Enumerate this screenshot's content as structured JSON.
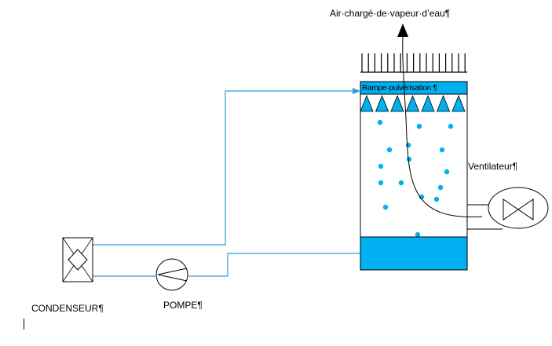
{
  "labels": {
    "air_out": "Air·chargé·de·vapeur·d’eau¶",
    "spray_bar": "Rampe·pulvérisation ¶",
    "fan": "Ventilateur¶",
    "condenser": "CONDENSEUR¶",
    "pump": "POMPE¶"
  },
  "colors": {
    "water": "#00b0f0",
    "line": "#2e9fd6",
    "outline": "#000000"
  },
  "icons": {
    "nozzle": "nozzle-triangle-icon",
    "fan": "fan-x-icon",
    "pump": "pump-icon",
    "condenser": "condenser-diamond-icon"
  }
}
